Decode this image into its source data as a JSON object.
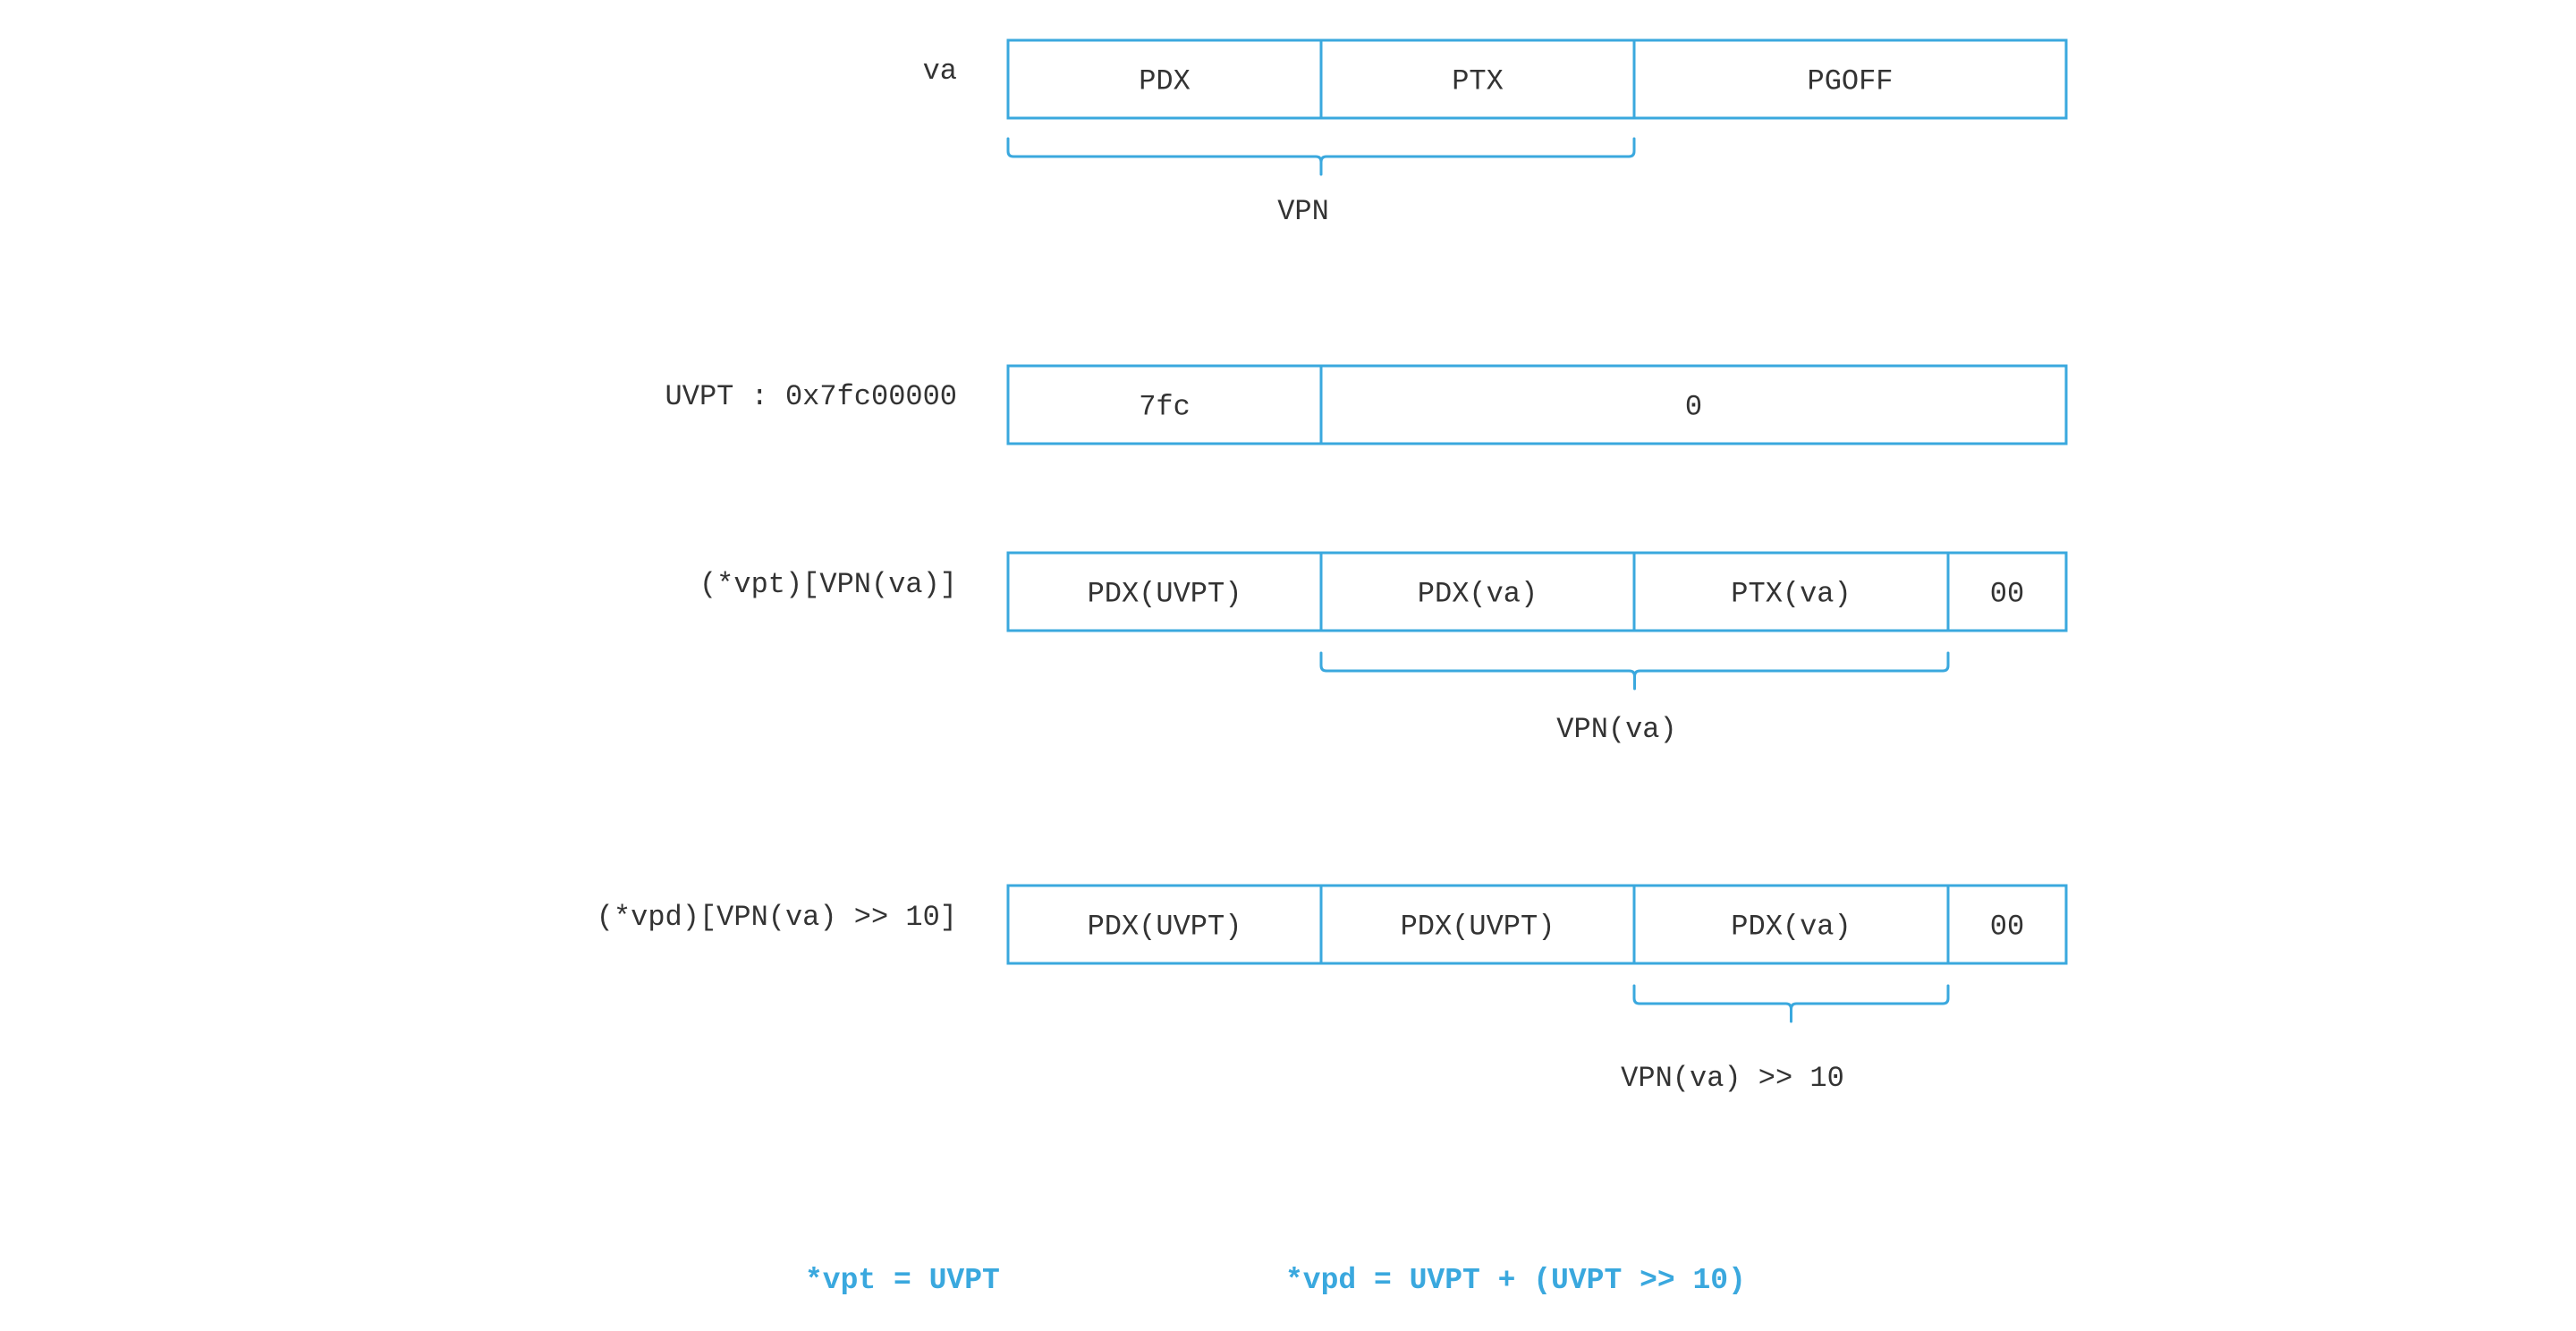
{
  "colors": {
    "box_stroke": "#3aa8de",
    "text": "#333333",
    "formula": "#3aa8de",
    "background": "#ffffff"
  },
  "rows": [
    {
      "label": "va",
      "cells": [
        "PDX",
        "PTX",
        "PGOFF"
      ],
      "brace": {
        "label": "VPN",
        "from_cell": 0,
        "to_cell": 1
      }
    },
    {
      "label": "UVPT : 0x7fc00000",
      "cells": [
        "7fc",
        "0"
      ],
      "brace": null
    },
    {
      "label": "(*vpt)[VPN(va)]",
      "cells": [
        "PDX(UVPT)",
        "PDX(va)",
        "PTX(va)",
        "00"
      ],
      "brace": {
        "label": "VPN(va)",
        "from_cell": 1,
        "to_cell": 2
      }
    },
    {
      "label": "(*vpd)[VPN(va) >> 10]",
      "cells": [
        "PDX(UVPT)",
        "PDX(UVPT)",
        "PDX(va)",
        "00"
      ],
      "brace": {
        "label": "VPN(va) >> 10",
        "from_cell": 2,
        "to_cell": 2
      }
    }
  ],
  "formulas": {
    "vpt": "*vpt = UVPT",
    "vpd": "*vpd = UVPT + (UVPT >> 10)"
  }
}
